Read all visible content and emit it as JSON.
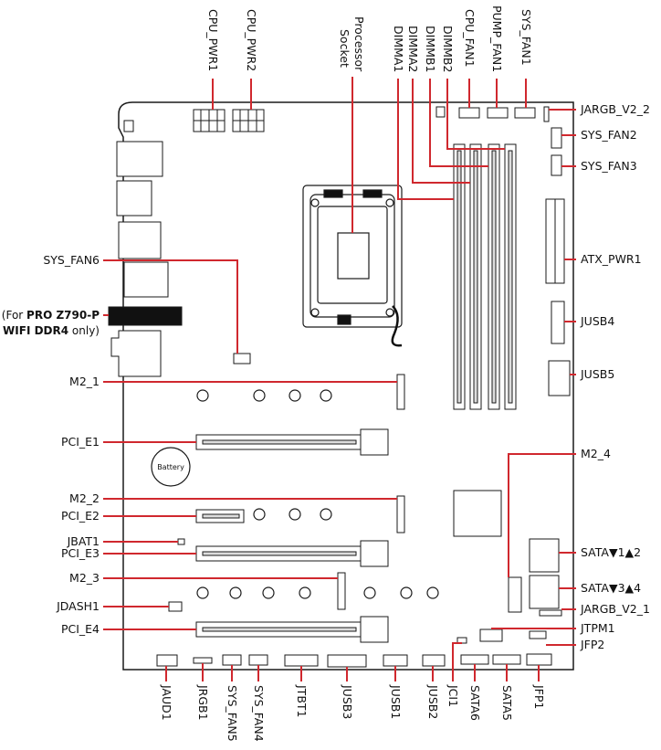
{
  "top_labels": {
    "cpu_pwr1": "CPU_PWR1",
    "cpu_pwr2": "CPU_PWR2",
    "processor_socket_1": "Processor",
    "processor_socket_2": "Socket",
    "dimma1": "DIMMA1",
    "dimma2": "DIMMA2",
    "dimmb1": "DIMMB1",
    "dimmb2": "DIMMB2",
    "cpu_fan1": "CPU_FAN1",
    "pump_fan1": "PUMP_FAN1",
    "sys_fan1": "SYS_FAN1"
  },
  "right_labels": {
    "jargb_v2_2": "JARGB_V2_2",
    "sys_fan2": "SYS_FAN2",
    "sys_fan3": "SYS_FAN3",
    "atx_pwr1": "ATX_PWR1",
    "jusb4": "JUSB4",
    "jusb5": "JUSB5",
    "m2_4": "M2_4",
    "sata12": "SATA▼1▲2",
    "sata34": "SATA▼3▲4",
    "jargb_v2_1": "JARGB_V2_1",
    "jtpm1": "JTPM1",
    "jfp2": "JFP2"
  },
  "left_labels": {
    "sys_fan6": "SYS_FAN6",
    "note_prefix": "(For ",
    "note_model": "PRO Z790-P",
    "note_line2_bold": "WIFI DDR4",
    "note_line2_suffix": " only)",
    "m2_1": "M2_1",
    "pci_e1": "PCI_E1",
    "m2_2": "M2_2",
    "pci_e2": "PCI_E2",
    "jbat1": "JBAT1",
    "pci_e3": "PCI_E3",
    "m2_3": "M2_3",
    "jdash1": "JDASH1",
    "pci_e4": "PCI_E4"
  },
  "bottom_labels": {
    "jaud1": "JAUD1",
    "jrgb1": "JRGB1",
    "sys_fan5": "SYS_FAN5",
    "sys_fan4": "SYS_FAN4",
    "jtbt1": "JTBT1",
    "jusb3": "JUSB3",
    "jusb1": "JUSB1",
    "jusb2": "JUSB2",
    "jci1": "JCI1",
    "sata6": "SATA6",
    "sata5": "SATA5",
    "jfp1": "JFP1"
  },
  "battery_label": "Battery",
  "colors": {
    "leader": "#d0282e",
    "outline": "#1a1a1a",
    "board": "#ffffff"
  }
}
